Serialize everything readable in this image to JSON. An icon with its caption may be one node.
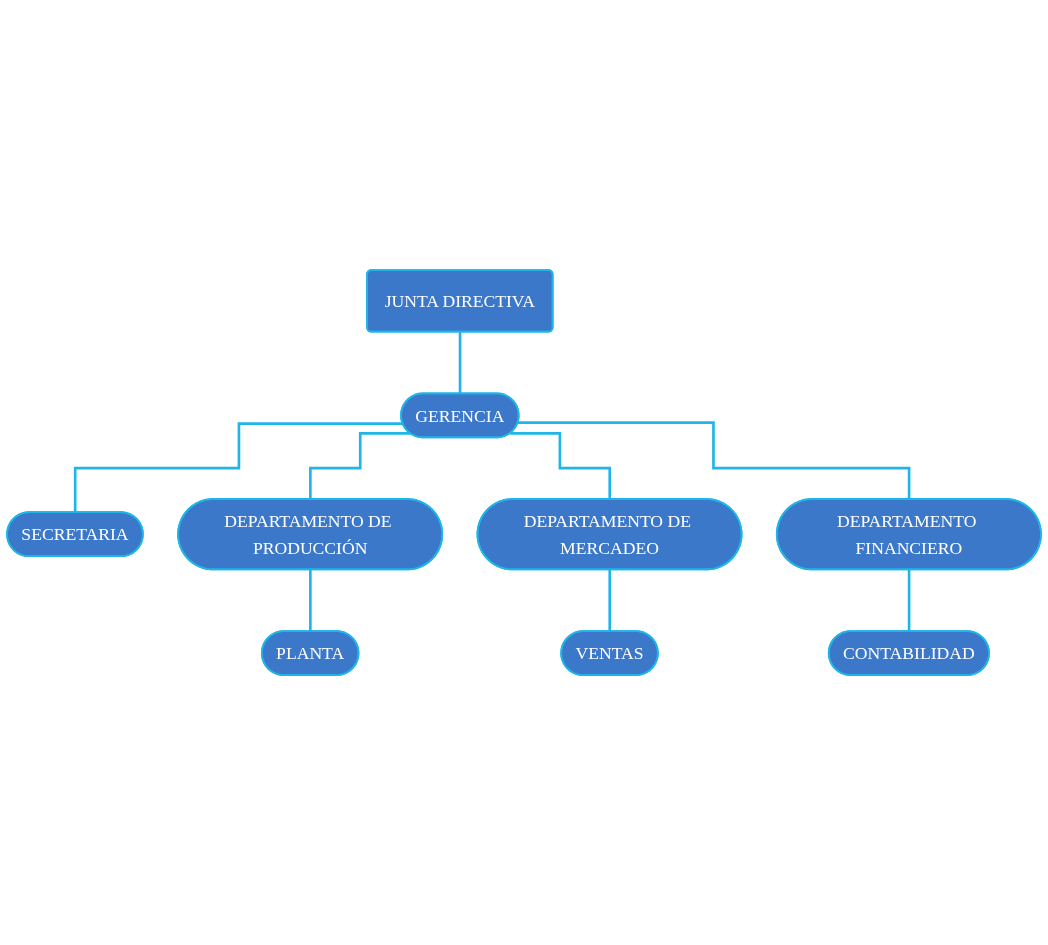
{
  "diagram": {
    "nodes": [
      {
        "text": [
          "JUNTA DIRECTIVA"
        ]
      },
      {
        "text": [
          "GERENCIA"
        ]
      },
      {
        "text": [
          "SECRETARIA"
        ]
      },
      {
        "text": [
          "DEPARTAMENTO DE PRODUCCIÓN"
        ]
      },
      {
        "text": [
          "DEPARTAMENTO DE MERCADEO"
        ]
      },
      {
        "text": [
          "DEPARTAMENTO FINANCIERO"
        ]
      },
      {
        "text": [
          "PLANTA"
        ]
      },
      {
        "text": [
          "VENTAS"
        ]
      },
      {
        "text": [
          "CONTABILIDAD"
        ]
      }
    ],
    "edges": [
      {
        "from": 0,
        "to": 1,
        "arrow": "none"
      },
      {
        "from": 1,
        "to": 2,
        "arrow": "none"
      },
      {
        "from": 1,
        "to": 3,
        "arrow": "none"
      },
      {
        "from": 1,
        "to": 4,
        "arrow": "none"
      },
      {
        "from": 1,
        "to": 5,
        "arrow": "none"
      },
      {
        "from": 3,
        "to": 6,
        "arrow": "none"
      },
      {
        "from": 4,
        "to": 7,
        "arrow": "none"
      },
      {
        "from": 5,
        "to": 8,
        "arrow": "none"
      }
    ]
  }
}
